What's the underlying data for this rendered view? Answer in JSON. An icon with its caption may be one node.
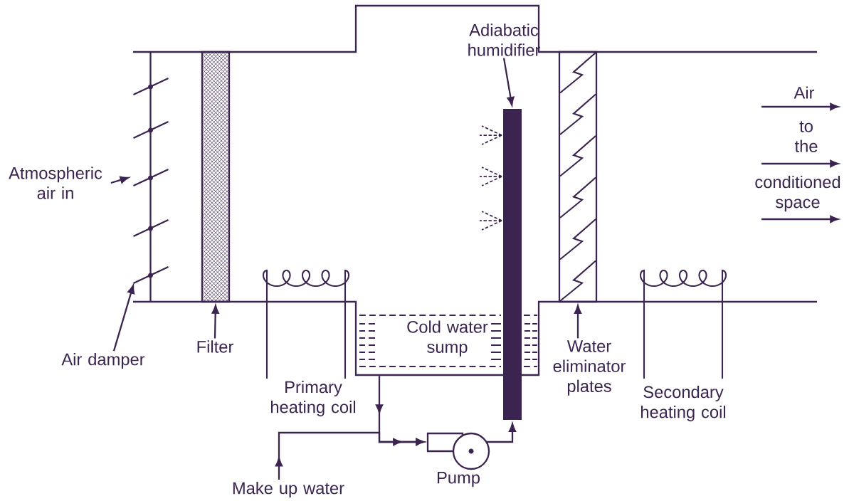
{
  "diagram": {
    "nodes": [
      {
        "text": [
          "Atmospheric air in"
        ]
      },
      {
        "text": [],
        "shape": "damper"
      },
      {
        "text": [
          "Air damper"
        ]
      },
      {
        "text": [],
        "shape": "box"
      },
      {
        "text": [
          "Filter"
        ]
      },
      {
        "text": [],
        "shape": "bar"
      },
      {
        "text": [
          "Adiabatic humidifier"
        ]
      },
      {
        "text": [],
        "shape": "box"
      },
      {
        "text": [
          "Water eliminator plates"
        ]
      },
      {
        "text": [
          "Cold water sump"
        ]
      },
      {
        "text": [
          "Pump"
        ]
      },
      {
        "text": [
          "Make up water"
        ]
      }
    ],
    "edges": [
      {
        "from": 0,
        "to": 1,
        "arrow": "to"
      },
      {
        "from": 2,
        "to": 1,
        "arrow": "to"
      },
      {
        "from": 4,
        "to": 3,
        "arrow": "to"
      },
      {
        "from": 6,
        "to": 5,
        "arrow": "to"
      },
      {
        "from": 8,
        "to": 7,
        "arrow": "to"
      },
      {
        "from": 9,
        "to": 10,
        "arrow": "to"
      },
      {
        "from": 11,
        "to": 10,
        "arrow": "to"
      },
      {
        "from": 10,
        "to": 5,
        "arrow": "to"
      }
    ],
    "labels": [
      "Air",
      "to the",
      "conditioned space",
      "Primary heating coil",
      "Secondary heating coil"
    ]
  }
}
